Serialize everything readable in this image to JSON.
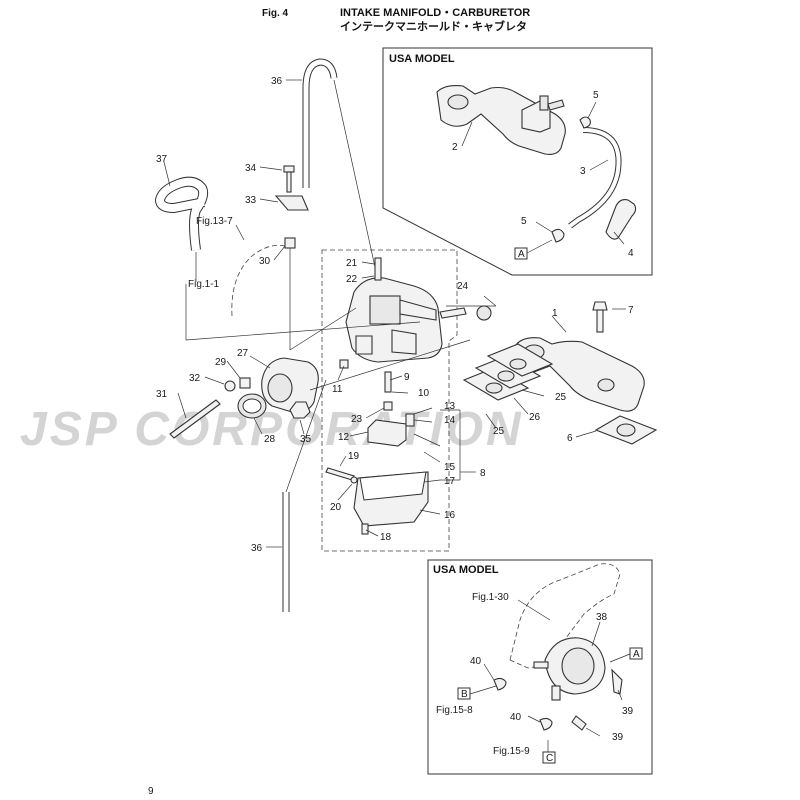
{
  "header": {
    "fig": "Fig. 4",
    "title_en": "INTAKE MANIFOLD・CARBURETOR",
    "title_jp": "インテークマニホールド・キャブレタ"
  },
  "watermark": "JSP CORPORATION",
  "page_number": "9",
  "usa_box_top": {
    "title": "USA MODEL",
    "labels": [
      "2",
      "3",
      "4",
      "5",
      "5",
      "A"
    ]
  },
  "usa_box_bottom": {
    "title": "USA MODEL",
    "labels": [
      "Fig.1-30",
      "38",
      "40",
      "40",
      "39",
      "39",
      "Fig.15-8",
      "Fig.15-9",
      "A",
      "B",
      "C"
    ]
  },
  "main_labels": {
    "l36a": "36",
    "l37": "37",
    "l34": "34",
    "l33": "33",
    "fig13_7": "Fig.13-7",
    "l30": "30",
    "fig1_1": "Fig.1-1",
    "l21": "21",
    "l22": "22",
    "l24": "24",
    "l1": "1",
    "l7": "7",
    "l27": "27",
    "l29": "29",
    "l32": "32",
    "l31": "31",
    "l11": "11",
    "l9": "9",
    "l10": "10",
    "l25a": "25",
    "l26": "26",
    "l25b": "25",
    "l6": "6",
    "l23": "23",
    "l13": "13",
    "l14": "14",
    "l12": "12",
    "l28": "28",
    "l35": "35",
    "l15": "15",
    "l8": "8",
    "l19": "19",
    "l17": "17",
    "l20": "20",
    "l16": "16",
    "l18": "18",
    "l36b": "36"
  },
  "colors": {
    "line": "#333333",
    "watermark": "#d4d4d4",
    "part_fill": "#f2f2f2"
  }
}
